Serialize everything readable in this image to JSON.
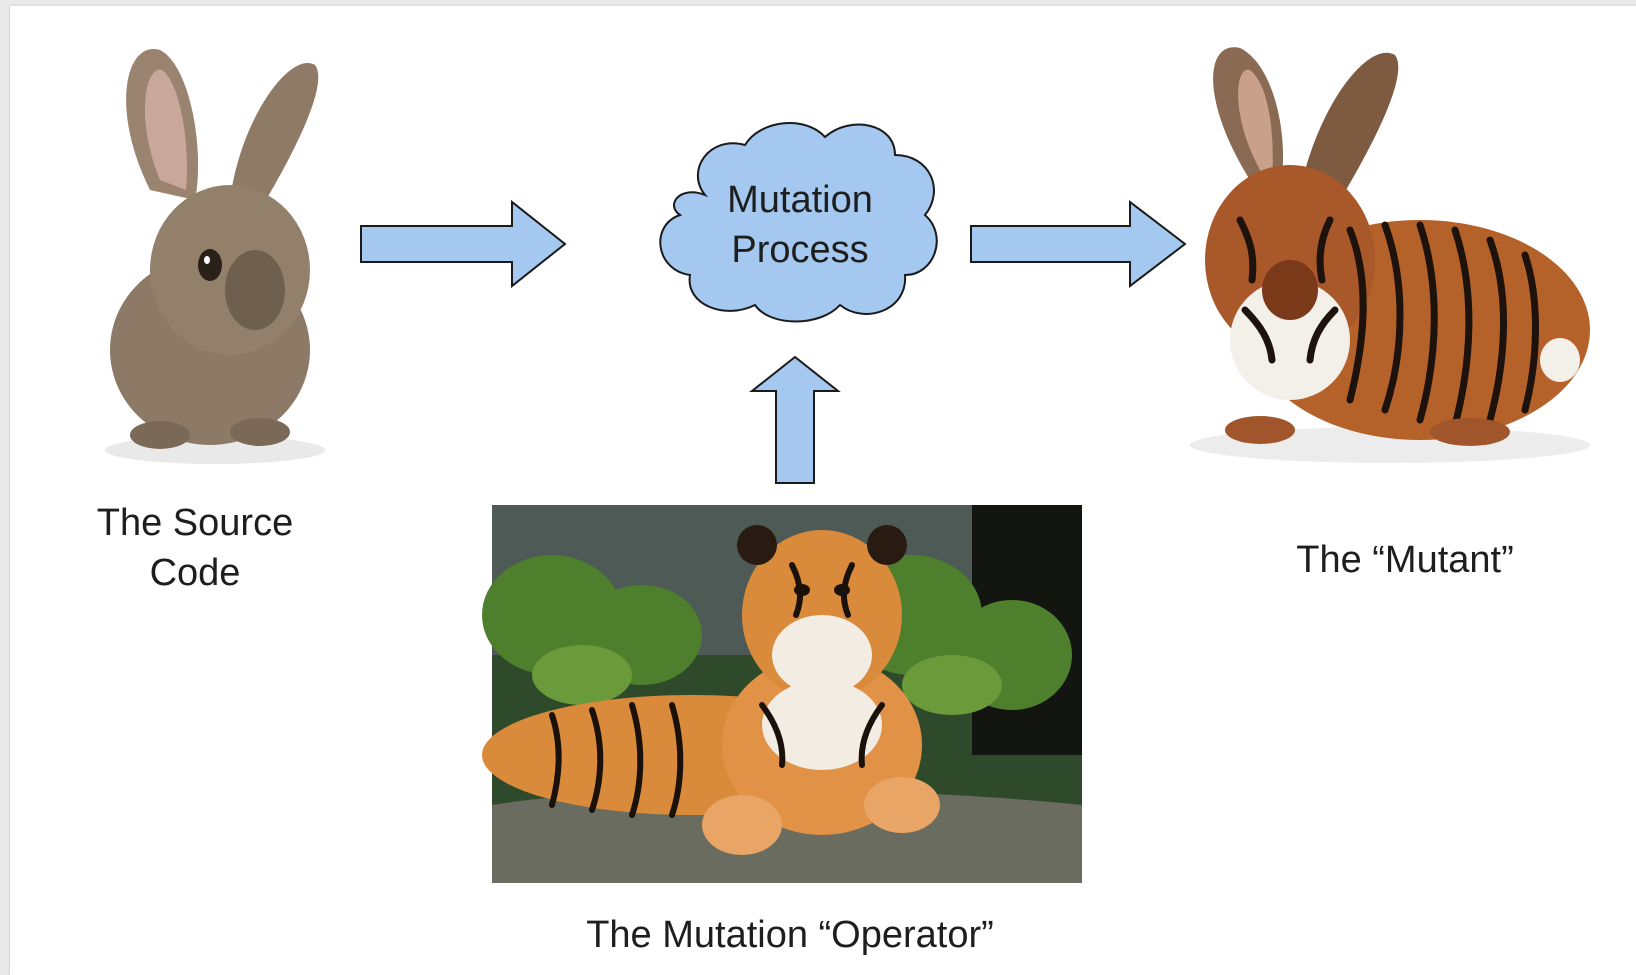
{
  "labels": {
    "source": "The Source Code",
    "mutant": "The “Mutant”",
    "operator": "The Mutation “Operator”",
    "process": "Mutation Process"
  },
  "images": {
    "source_rabbit": "plain-brown-rabbit-photo",
    "mutant_rabbit": "tiger-striped-rabbit-photo",
    "tiger": "tiger-lying-on-rock-photo"
  },
  "colors": {
    "arrow_fill": "#a4c8ef",
    "cloud_fill": "#a4c8ef",
    "outline": "#1a1a1a",
    "rabbit_fur": "#8c7a66",
    "tiger_orange": "#d98a3a",
    "foliage": "#3f6a2a"
  }
}
